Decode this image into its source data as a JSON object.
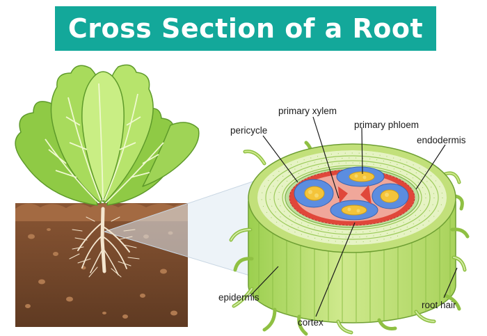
{
  "title": "Cross Section of a Root",
  "labels": {
    "primary_xylem": "primary xylem",
    "primary_phloem": "primary phloem",
    "pericycle": "pericycle",
    "endodermis": "endodermis",
    "epidermis": "epidermis",
    "cortex": "cortex",
    "root_hair": "root hair"
  },
  "colors": {
    "banner": "#13a89a",
    "leaf": "#9fd456",
    "soil": "#7a4b2c",
    "stem": "#c5e27a",
    "phloem": "#5b8de0",
    "xylem": "#f4c43a",
    "pericycle": "#e0473a"
  }
}
